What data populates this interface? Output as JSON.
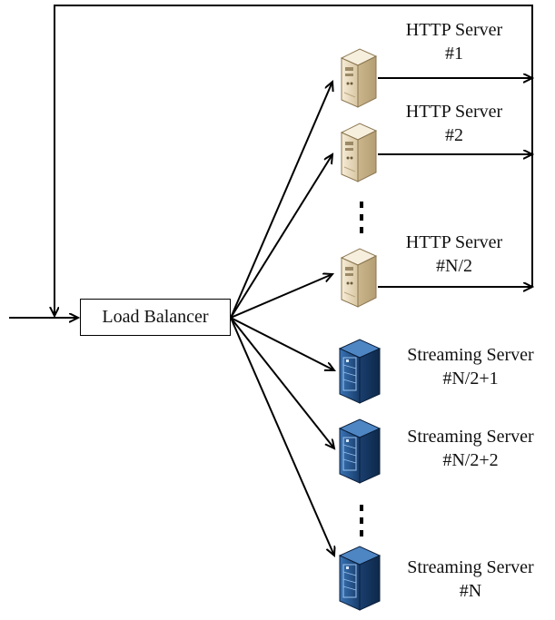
{
  "load_balancer": {
    "label": "Load Balancer"
  },
  "servers": [
    {
      "kind": "http",
      "icon": "http-server-icon",
      "title": "HTTP Server",
      "index": "#1"
    },
    {
      "kind": "http",
      "icon": "http-server-icon",
      "title": "HTTP Server",
      "index": "#2"
    },
    {
      "kind": "http",
      "icon": "http-server-icon",
      "title": "HTTP Server",
      "index": "#N/2"
    },
    {
      "kind": "streaming",
      "icon": "streaming-server-icon",
      "title": "Streaming Server",
      "index": "#N/2+1"
    },
    {
      "kind": "streaming",
      "icon": "streaming-server-icon",
      "title": "Streaming Server",
      "index": "#N/2+2"
    },
    {
      "kind": "streaming",
      "icon": "streaming-server-icon",
      "title": "Streaming Server",
      "index": "#N"
    }
  ],
  "colors": {
    "http_server_body": "#efe3c8",
    "streaming_server_body": "#1f4f86",
    "line": "#000000"
  }
}
